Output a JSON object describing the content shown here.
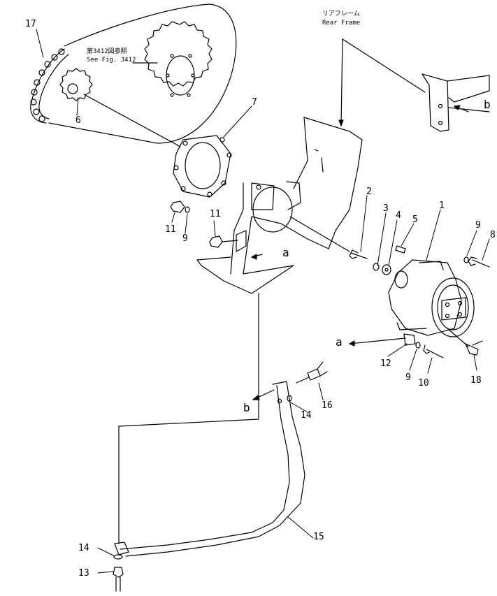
{
  "annotations": {
    "rear_frame_jp": "リアフレーム",
    "rear_frame_en": "Rear Frame",
    "see_fig_jp": "第3412図参照",
    "see_fig_en": "See Fig. 3412"
  },
  "part_numbers": {
    "p1": "1",
    "p2": "2",
    "p3": "3",
    "p4": "4",
    "p5": "5",
    "p6": "6",
    "p7": "7",
    "p8": "8",
    "p9a": "9",
    "p9b": "9",
    "p9c": "9",
    "p10": "10",
    "p11a": "11",
    "p11b": "11",
    "p12": "12",
    "p13": "13",
    "p14a": "14",
    "p14b": "14",
    "p15": "15",
    "p16": "16",
    "p17": "17",
    "p18": "18"
  },
  "connectors": {
    "a_left": "a",
    "a_right": "a",
    "b_top": "b",
    "b_bottom": "b"
  }
}
